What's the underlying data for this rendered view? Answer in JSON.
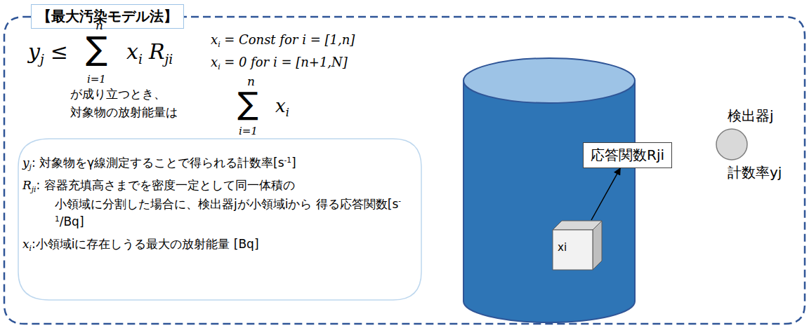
{
  "diagram": {
    "title": "【最大汚染モデル法】",
    "nodes": [
      {
        "text": [
          "xi"
        ]
      },
      {
        "text": [
          "応答関数Rji"
        ]
      },
      {
        "text": [
          "検出器j",
          "計数率yj"
        ]
      }
    ],
    "edges": [
      {
        "from": 0,
        "to": 1,
        "arrow": "to"
      }
    ],
    "labels": [
      "y",
      "j",
      "≤",
      "∑",
      "n",
      "i=1",
      "x",
      "i",
      "R",
      "ji",
      "x",
      "i",
      "= Const for i = [1,n]",
      "x",
      "i",
      "= 0 for i = [n+1,N]",
      "が成り立つとき、 対象物の放射能量は",
      "∑",
      "n",
      "i=1",
      "x",
      "i",
      "y",
      "j",
      ": 対象物をγ線測定することで得られる計数率[s",
      "-1",
      "]",
      "R",
      "ji",
      ": 容器充填高さまでを密度一定として同一体積の 小領域に分割した場合に、検出器jが小領域iから 得る応答関数[s",
      "-1",
      "/Bq]",
      "x",
      "i",
      ":小領域iに存在しうる最大の放射能量 [Bq]"
    ]
  }
}
